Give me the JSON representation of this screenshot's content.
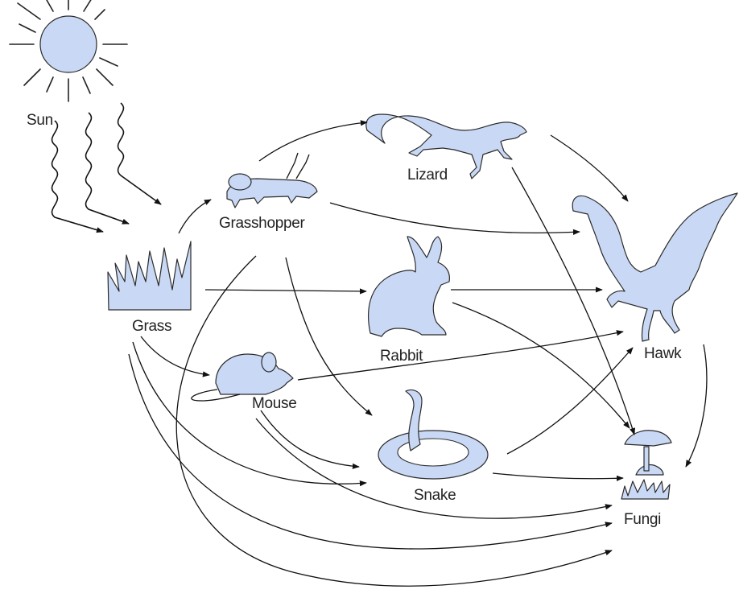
{
  "labels": {
    "sun": "Sun",
    "grass": "Grass",
    "grasshopper": "Grasshopper",
    "lizard": "Lizard",
    "rabbit": "Rabbit",
    "hawk": "Hawk",
    "mouse": "Mouse",
    "snake": "Snake",
    "fungi": "Fungi"
  },
  "colors": {
    "organism_fill": "#c9d8f4",
    "line": "#111111"
  }
}
